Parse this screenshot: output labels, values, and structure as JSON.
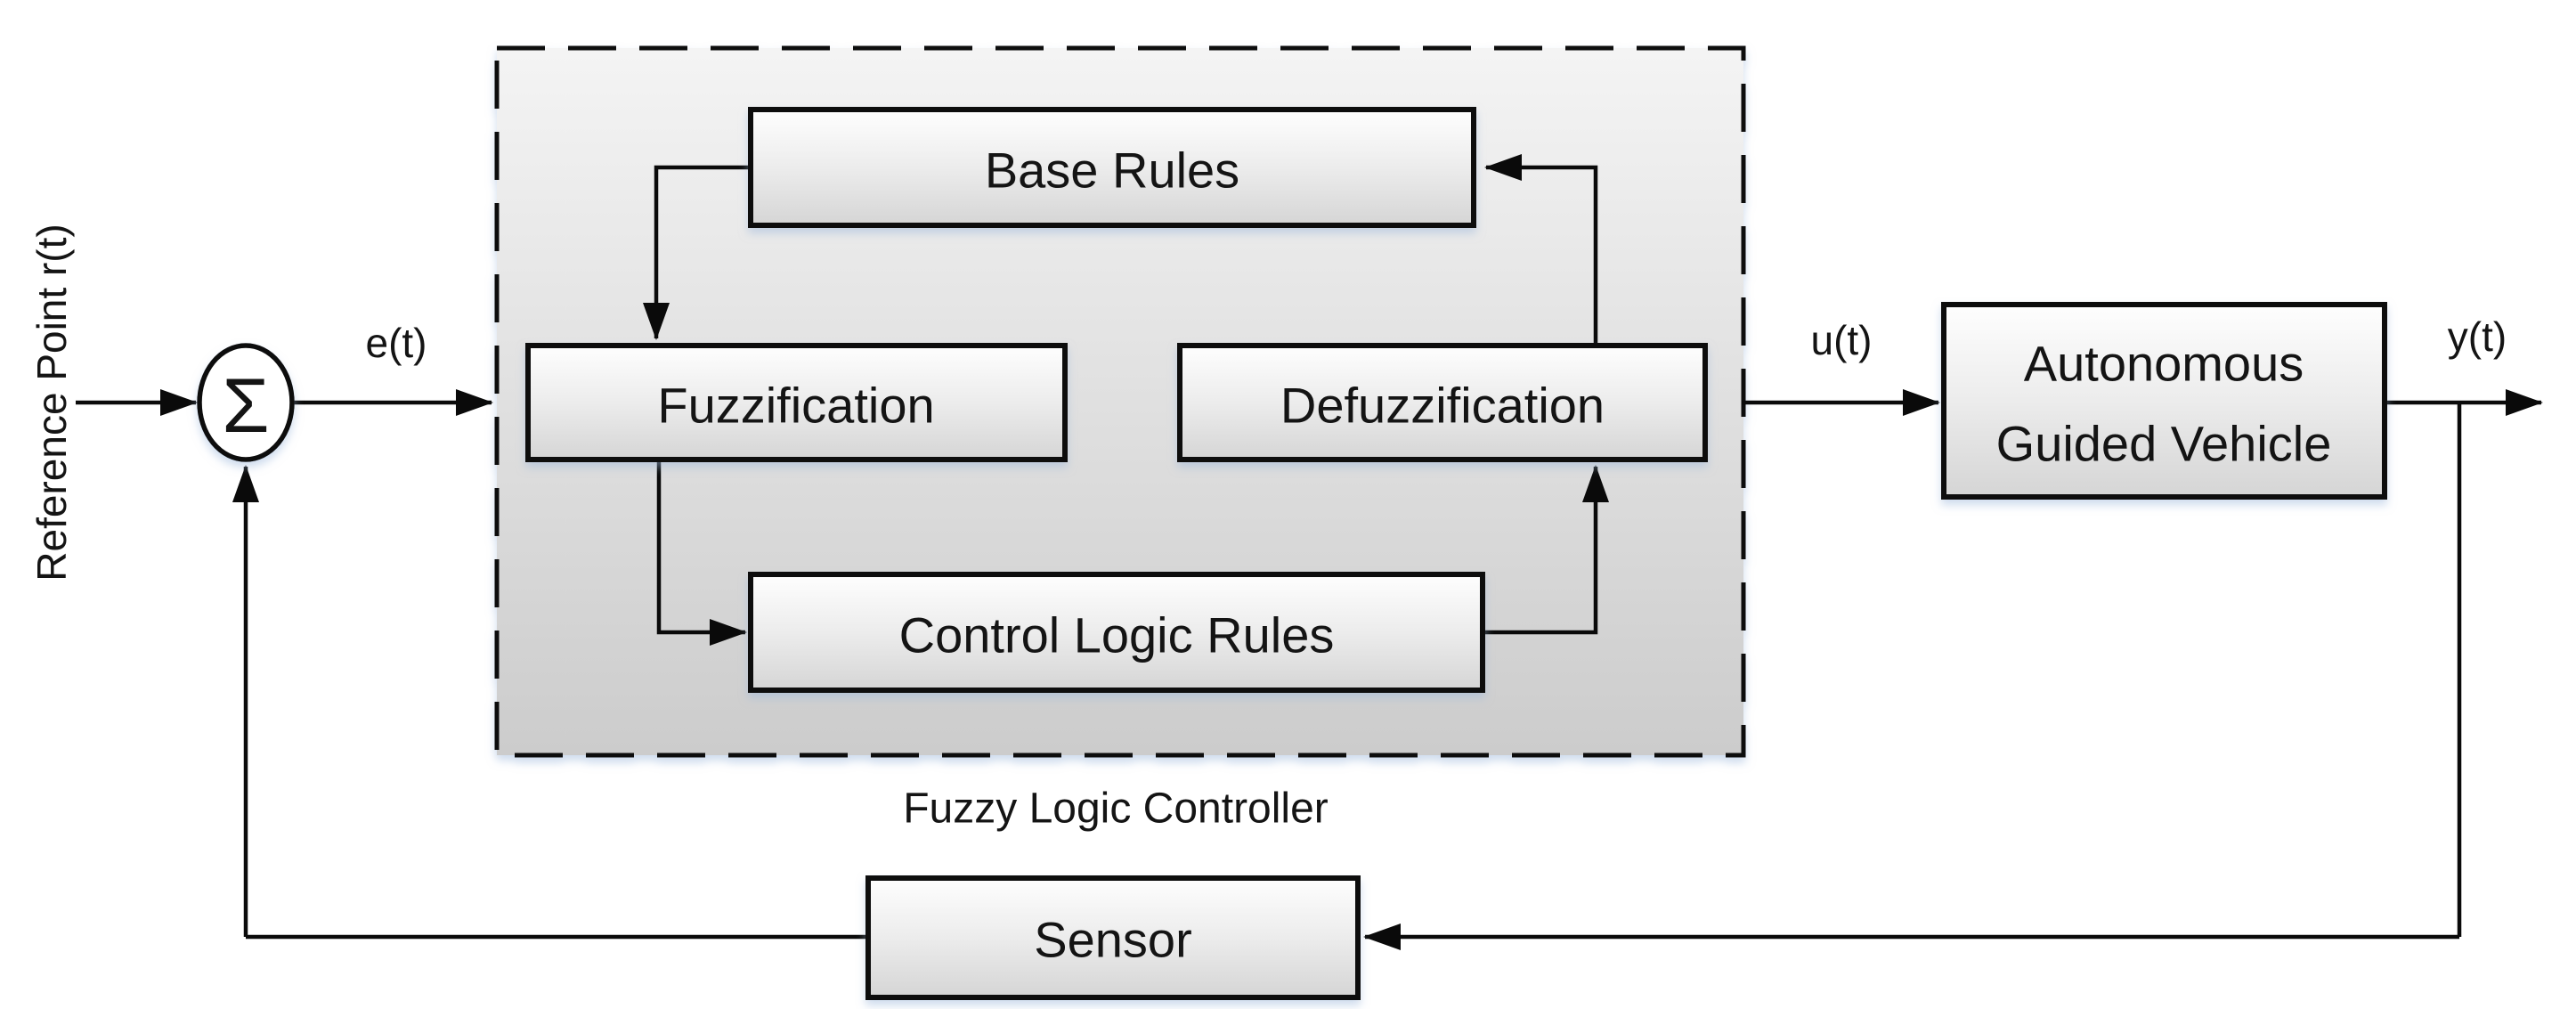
{
  "signals": {
    "reference": "Reference Point r(t)",
    "error": "e(t)",
    "control": "u(t)",
    "output": "y(t)"
  },
  "sum_junction": {
    "symbol": "Σ"
  },
  "controller": {
    "caption": "Fuzzy Logic Controller",
    "blocks": {
      "base_rules": "Base Rules",
      "fuzzification": "Fuzzification",
      "defuzzification": "Defuzzification",
      "control_logic_rules": "Control Logic Rules"
    }
  },
  "plant": {
    "line1": "Autonomous",
    "line2": "Guided Vehicle"
  },
  "sensor": {
    "label": "Sensor"
  },
  "colors": {
    "stroke": "#0a0a0a",
    "text": "#141414",
    "box_fill_top": "#fefefe",
    "box_fill_bottom": "#d5d5d5",
    "panel_fill_top": "#f4f4f4",
    "panel_fill_bottom": "#cccccc",
    "shadow": "#9db8dc",
    "background": "#ffffff"
  }
}
